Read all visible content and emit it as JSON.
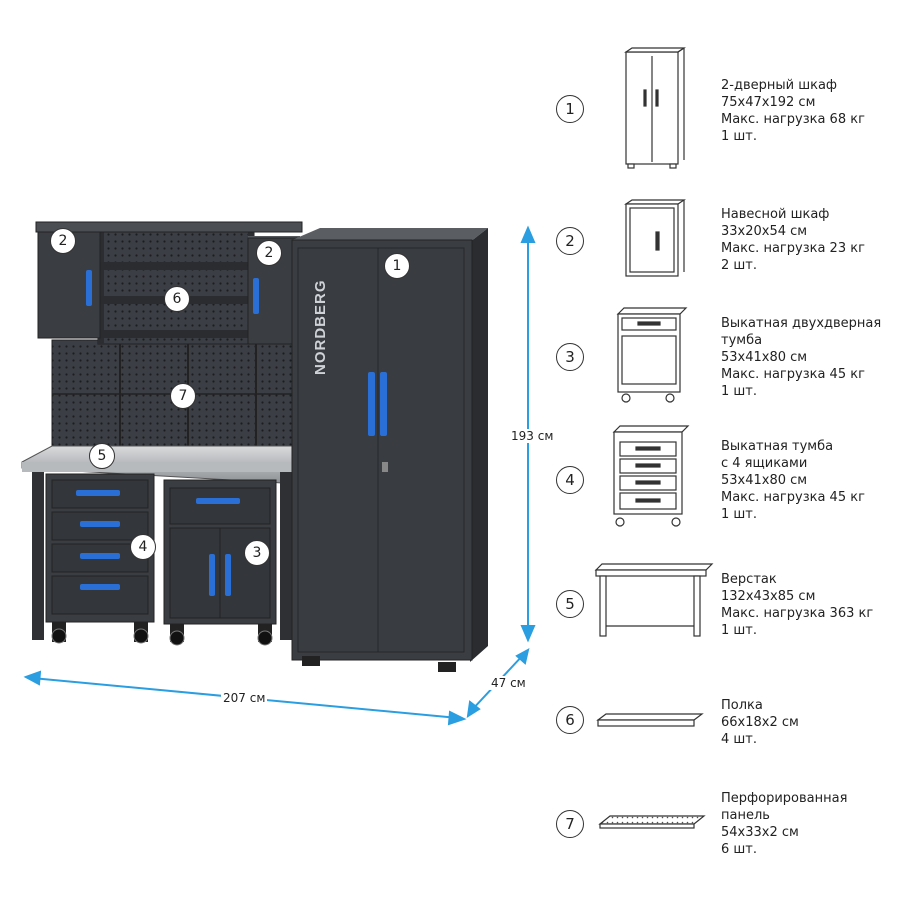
{
  "dimensions": {
    "width": "207 см",
    "depth": "47 см",
    "height": "193 см"
  },
  "brand": "NORDBERG",
  "accent_color": "#2a6fd6",
  "body_color": "#3a3d42",
  "dimension_arrow_color": "#2a9ee0",
  "scene_badges": [
    "1",
    "2",
    "2",
    "3",
    "4",
    "5",
    "6",
    "7"
  ],
  "legend": [
    {
      "num": "1",
      "lines": [
        "2-дверный шкаф",
        "75x47x192 см",
        "Макс. нагрузка 68 кг",
        "1 шт."
      ]
    },
    {
      "num": "2",
      "lines": [
        "Навесной шкаф",
        "33x20x54 см",
        "Макс. нагрузка 23 кг",
        "2 шт."
      ]
    },
    {
      "num": "3",
      "lines": [
        "Выкатная двухдверная",
        "тумба",
        "53x41x80 см",
        "Макс. нагрузка 45 кг",
        "1 шт."
      ]
    },
    {
      "num": "4",
      "lines": [
        "Выкатная тумба",
        "с 4 ящиками",
        "53x41x80 см",
        "Макс. нагрузка 45 кг",
        "1 шт."
      ]
    },
    {
      "num": "5",
      "lines": [
        "Верстак",
        "132x43x85 см",
        "Макс. нагрузка 363 кг",
        "1 шт."
      ]
    },
    {
      "num": "6",
      "lines": [
        "Полка",
        "66x18x2 см",
        "4 шт."
      ]
    },
    {
      "num": "7",
      "lines": [
        "Перфорированная",
        "панель",
        "54x33x2 см",
        "6 шт."
      ]
    }
  ]
}
